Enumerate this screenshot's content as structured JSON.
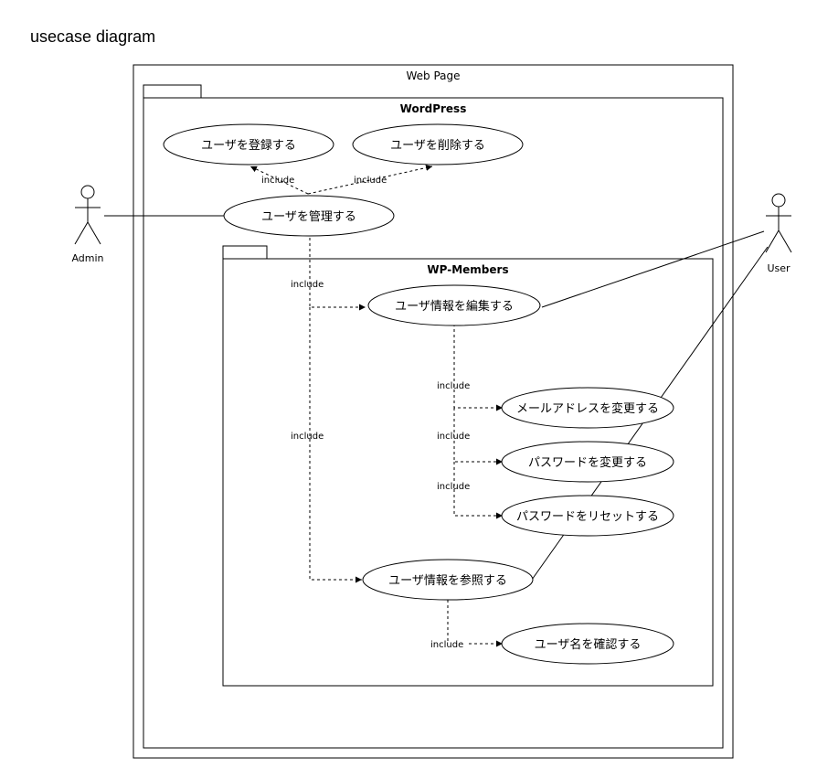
{
  "page_title": "usecase diagram",
  "frames": {
    "web_page": "Web Page",
    "wordpress": "WordPress",
    "wp_members": "WP-Members"
  },
  "actors": {
    "admin": "Admin",
    "user": "User"
  },
  "usecases": {
    "register": "ユーザを登録する",
    "delete": "ユーザを削除する",
    "manage": "ユーザを管理する",
    "edit": "ユーザ情報を編集する",
    "change_mail": "メールアドレスを変更する",
    "change_password": "パスワードを変更する",
    "reset_password": "パスワードをリセットする",
    "view": "ユーザ情報を参照する",
    "confirm_name": "ユーザ名を確認する"
  },
  "relations": {
    "include_label": "include"
  }
}
